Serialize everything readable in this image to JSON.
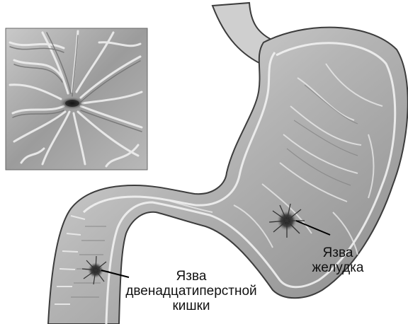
{
  "labels": {
    "gastric_ulcer": [
      "Язва",
      "желудка"
    ],
    "duodenal_ulcer": [
      "Язва",
      "двенадцатиперстной",
      "кишки"
    ]
  },
  "colors": {
    "tissue_light": "#d8d8d8",
    "tissue_mid": "#a8a8a8",
    "tissue_dark": "#6e6e6e",
    "outline": "#3c3c3c",
    "leader_line": "#000000"
  }
}
